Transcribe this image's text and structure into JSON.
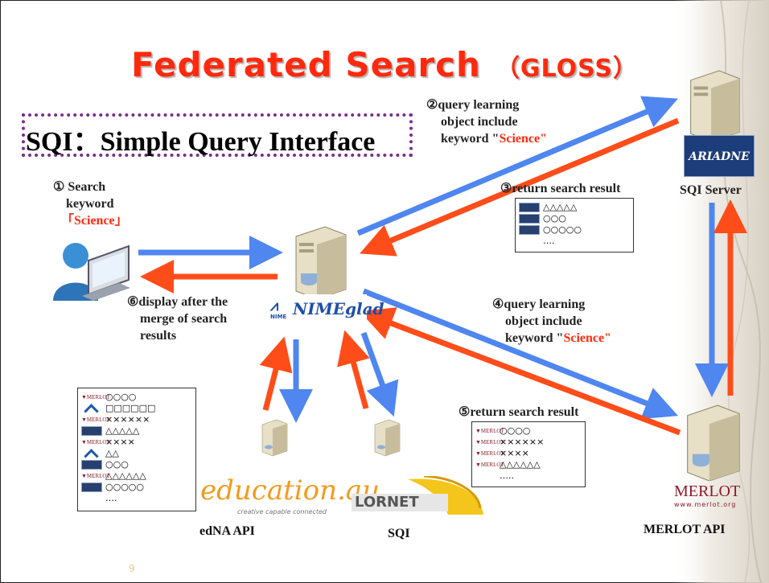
{
  "title": {
    "main": "Federated Search",
    "sub": "（GLOSS）"
  },
  "sqi_box": "SQI：Simple Query Interface",
  "steps": {
    "s1": [
      "① Search",
      "keyword",
      "「Science」"
    ],
    "s2": [
      "②query learning",
      "object include",
      "keyword \"",
      "Science",
      "\""
    ],
    "s3": "③return search result",
    "s4": [
      "④query learning",
      "object include",
      "keyword \"",
      "Science",
      "\""
    ],
    "s5": "⑤return search result",
    "s6": [
      "⑥display after the",
      "merge of search",
      "results"
    ]
  },
  "nodes": {
    "sqi_server": "SQI Server",
    "ariadne_logo": "ARIADNE",
    "nime_logo": "NIMEglad",
    "nime_small": "NIME",
    "edna": "edNA API",
    "education_logo": "education.au",
    "education_tag": "creative capable connected",
    "sqi": "SQI",
    "lornet_logo": "LORNET",
    "merlot_api": "MERLOT API",
    "merlot_logo": "MERLOT",
    "merlot_url": "www.merlot.org"
  },
  "panels": {
    "ariadne_results": [
      "△△△△△",
      "○○○",
      "○○○○○",
      "…."
    ],
    "merlot_results": [
      "○○○○",
      "××××××",
      "××××",
      "△△△△△△",
      "….."
    ],
    "merged_results": [
      "○○○○",
      "□□□□□□",
      "××××××",
      "△△△△△",
      "××××",
      "△△",
      "○○○",
      "△△△△△△",
      "○○○○○",
      "…."
    ]
  },
  "page_number": "9",
  "colors": {
    "title": "#ff2a0e",
    "blue_arrow": "#4f86f0",
    "red_arrow": "#ff4d1a",
    "sqi_border": "#7b2d8e"
  }
}
